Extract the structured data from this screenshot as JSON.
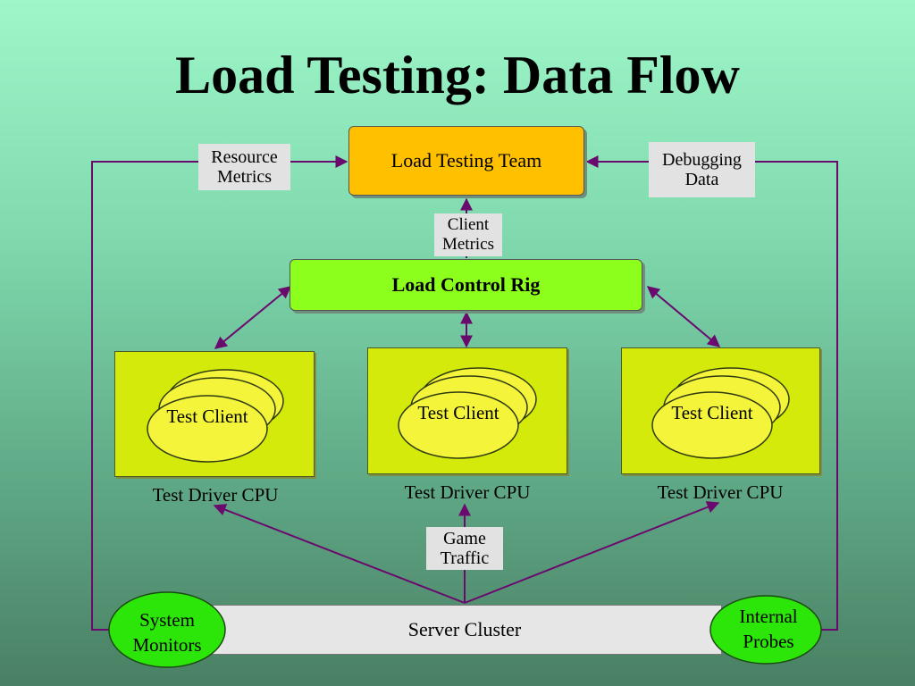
{
  "title": "Load Testing: Data Flow",
  "nodes": {
    "load_testing_team": "Load Testing Team",
    "load_control_rig": "Load Control Rig",
    "server_cluster": "Server Cluster",
    "system_monitors": "System Monitors",
    "internal_probes": "Internal Probes",
    "test_client": "Test Client",
    "test_driver_cpu": "Test Driver CPU"
  },
  "labels": {
    "resource_metrics": "Resource Metrics",
    "debugging_data": "Debugging Data",
    "client_metrics": "Client Metrics",
    "game_traffic": "Game Traffic"
  },
  "colors": {
    "team": "#ffc000",
    "rig": "#8cff1c",
    "cpu_box": "#d4ea0a",
    "client_oval": "#f4f53a",
    "monitor_oval": "#2ce60a",
    "arrow": "#6a0a6e"
  }
}
